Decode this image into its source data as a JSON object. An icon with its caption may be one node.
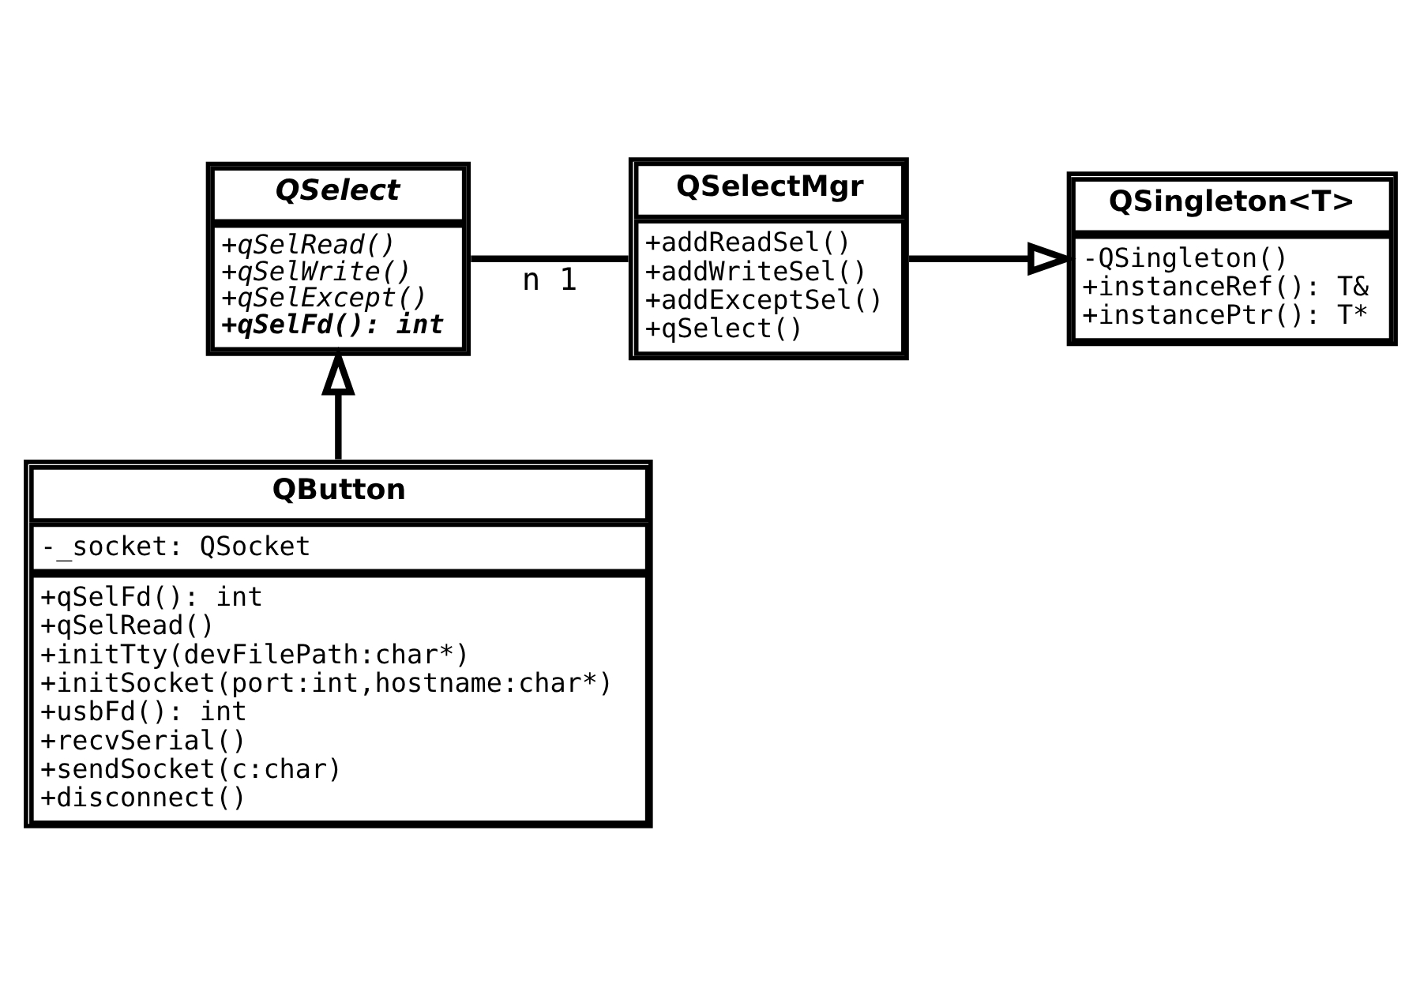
{
  "diagram": {
    "nodes": [
      {
        "text": [
          "QSelect",
          "+qSelRead()",
          "+qSelWrite()",
          "+qSelExcept()",
          "+qSelFd(): int"
        ]
      },
      {
        "text": [
          "QSelectMgr",
          "+addReadSel()",
          "+addWriteSel()",
          "+addExceptSel()",
          "+qSelect()"
        ]
      },
      {
        "text": [
          "QSingleton<T>",
          "-QSingleton()",
          "+instanceRef(): T&",
          "+instancePtr(): T*"
        ]
      },
      {
        "text": [
          "QButton",
          "-_socket: QSocket",
          "+qSelFd(): int",
          "+qSelRead()",
          "+initTty(devFilePath:char*)",
          "+initSocket(port:int,hostname:char*)",
          "+usbFd(): int",
          "+recvSerial()",
          "+sendSocket(c:char)",
          "+disconnect()"
        ]
      }
    ],
    "edges": [
      {
        "from": 0,
        "to": 1,
        "arrow": "none",
        "label": "n 1"
      },
      {
        "from": 1,
        "to": 2,
        "arrow": "to"
      },
      {
        "from": 3,
        "to": 0,
        "arrow": "to"
      }
    ]
  }
}
